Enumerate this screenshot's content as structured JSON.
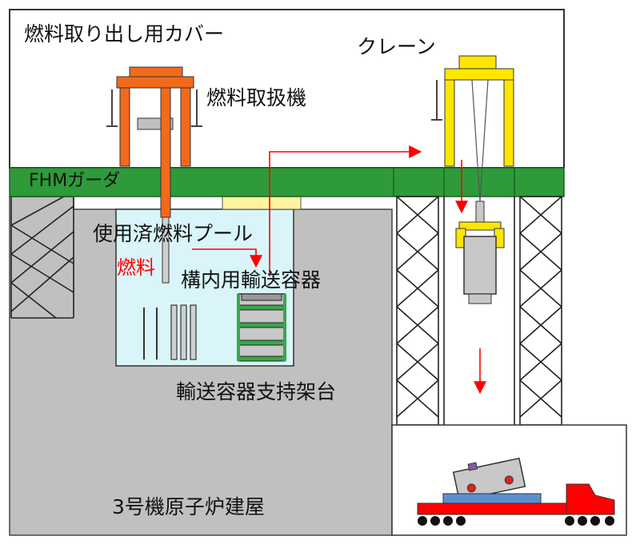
{
  "labels": {
    "cover": "燃料取り出し用カバー",
    "crane": "クレーン",
    "fuel_handling_machine": "燃料取扱機",
    "fhm_girder": "FHMガーダ",
    "spent_fuel_pool": "使用済燃料プール",
    "fuel": "燃料",
    "transport_container": "構内用輸送容器",
    "container_support_stand": "輸送容器支持架台",
    "reactor_building": "3号機原子炉建屋"
  },
  "colors": {
    "cover_fill": "#ffffff",
    "building_gray": "#c0c0c0",
    "girder_green": "#2e9a3a",
    "fuel_handling_machine": "#f26a1b",
    "crane": "#ffe600",
    "pool_water": "#d9f5fa",
    "flow_arrow": "#ff0000",
    "fuel_label": "#ff0000",
    "container_gray": "#c8c8c8",
    "container_rack_green": "#3aa64a",
    "trailer_red": "#ff0000",
    "trailer_bed_blue": "#5b8fd0",
    "pool_gate_yellow": "#fff3a0"
  },
  "icons": [
    "fuel-handling-machine-icon",
    "crane-icon",
    "transport-container-icon",
    "trailer-truck-icon"
  ]
}
